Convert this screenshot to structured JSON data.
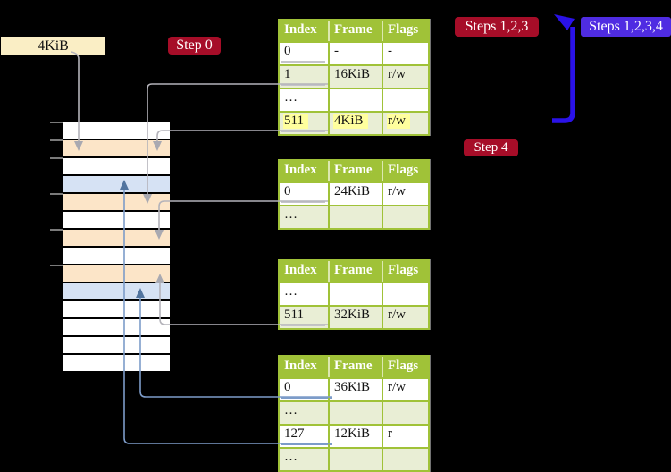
{
  "labels": {
    "frame_size": "4KiB",
    "step0": "Step 0",
    "steps123": "Steps 1,2,3",
    "steps1234": "Steps 1,2,3,4",
    "step4": "Step 4"
  },
  "colors": {
    "background": "#000000",
    "badge_red": "#a60d28",
    "badge_blue": "#4f2ce2",
    "big_arrow_blue": "#2a12e8",
    "table_header_green": "#a0c238",
    "table_tint_row": "#e9eed5",
    "highlight_yellow": "#ffff9e",
    "memory_orange": "#fce5c8",
    "memory_blue": "#d6e2f4",
    "memory_white": "#ffffff",
    "label_cream": "#faeec5",
    "connector_gray": "#b4b3ba",
    "connector_blue": "#7d9cc9"
  },
  "memory": {
    "rows": [
      "white",
      "orange",
      "white",
      "blue",
      "orange",
      "white",
      "orange",
      "white",
      "orange",
      "blue",
      "white",
      "white",
      "white",
      "white"
    ],
    "tick_rows": [
      0,
      1,
      2,
      4,
      6,
      8
    ]
  },
  "tables": [
    {
      "id": "page-table-1",
      "headers": [
        "Index",
        "Frame",
        "Flags"
      ],
      "rows": [
        {
          "cells": [
            "0",
            "-",
            "-"
          ],
          "tint": false,
          "underline_index": true
        },
        {
          "cells": [
            "1",
            "16KiB",
            "r/w"
          ],
          "tint": true,
          "underline_index": true
        },
        {
          "cells": [
            "…",
            "",
            ""
          ],
          "tint": false
        },
        {
          "cells": [
            "511",
            "4KiB",
            "r/w"
          ],
          "tint": true,
          "highlight": true,
          "underline_index": true
        }
      ]
    },
    {
      "id": "page-table-2",
      "headers": [
        "Index",
        "Frame",
        "Flags"
      ],
      "rows": [
        {
          "cells": [
            "0",
            "24KiB",
            "r/w"
          ],
          "tint": false,
          "underline_index": true
        },
        {
          "cells": [
            "…",
            "",
            ""
          ],
          "tint": true
        }
      ]
    },
    {
      "id": "page-table-3",
      "headers": [
        "Index",
        "Frame",
        "Flags"
      ],
      "rows": [
        {
          "cells": [
            "…",
            "",
            ""
          ],
          "tint": false
        },
        {
          "cells": [
            "511",
            "32KiB",
            "r/w"
          ],
          "tint": true,
          "underline_index": true
        }
      ]
    },
    {
      "id": "page-table-4",
      "headers": [
        "Index",
        "Frame",
        "Flags"
      ],
      "rows": [
        {
          "cells": [
            "0",
            "36KiB",
            "r/w"
          ],
          "tint": false,
          "underline_index": true,
          "blue": true
        },
        {
          "cells": [
            "…",
            "",
            ""
          ],
          "tint": true
        },
        {
          "cells": [
            "127",
            "12KiB",
            "r"
          ],
          "tint": false,
          "underline_index": true,
          "blue": true
        },
        {
          "cells": [
            "…",
            "",
            ""
          ],
          "tint": true
        }
      ]
    }
  ]
}
